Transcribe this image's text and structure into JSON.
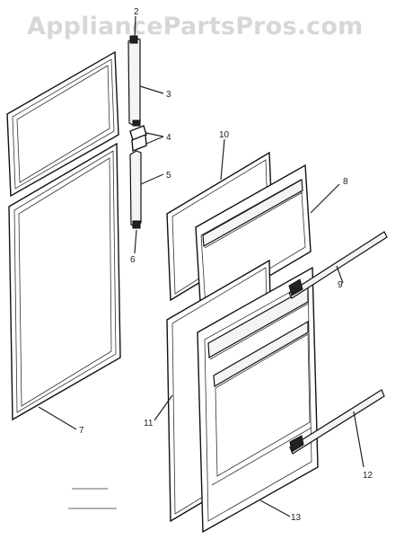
{
  "watermark": "AppliancePartsPros.com",
  "callouts": [
    {
      "id": "2",
      "label": "2"
    },
    {
      "id": "3",
      "label": "3"
    },
    {
      "id": "4",
      "label": "4"
    },
    {
      "id": "5",
      "label": "5"
    },
    {
      "id": "6",
      "label": "6"
    },
    {
      "id": "7",
      "label": "7"
    },
    {
      "id": "8",
      "label": "8"
    },
    {
      "id": "9",
      "label": "9"
    },
    {
      "id": "10",
      "label": "10"
    },
    {
      "id": "11",
      "label": "11"
    },
    {
      "id": "12",
      "label": "12"
    },
    {
      "id": "13",
      "label": "13"
    }
  ]
}
